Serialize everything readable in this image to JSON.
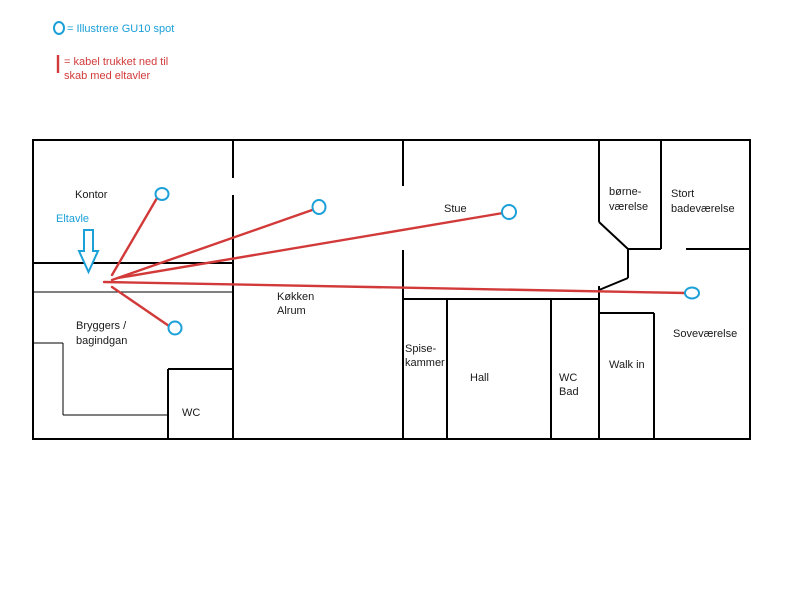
{
  "colors": {
    "spot": "#1ba0d8",
    "cable": "#d23a3a",
    "wall": "#000000"
  },
  "legend": {
    "spot_text": "= Illustrere GU10 spot",
    "cable_line1": "= kabel trukket ned til",
    "cable_line2": "skab med eltavler"
  },
  "eltavle": {
    "label": "Eltavle",
    "icon": "down-arrow-icon"
  },
  "rooms": {
    "kontor": "Kontor",
    "bryggers_1": "Bryggers /",
    "bryggers_2": "bagindgan",
    "wc_left": "WC",
    "kokken_1": "Køkken",
    "kokken_2": "Alrum",
    "stue": "Stue",
    "spise_1": "Spise-",
    "spise_2": "kammer",
    "hall": "Hall",
    "wcbad_1": "WC",
    "wcbad_2": "Bad",
    "walkin": "Walk in",
    "borne_1": "børne-",
    "borne_2": "værelse",
    "stort_1": "Stort",
    "stort_2": "badeværelse",
    "sove": "Soveværelse"
  }
}
